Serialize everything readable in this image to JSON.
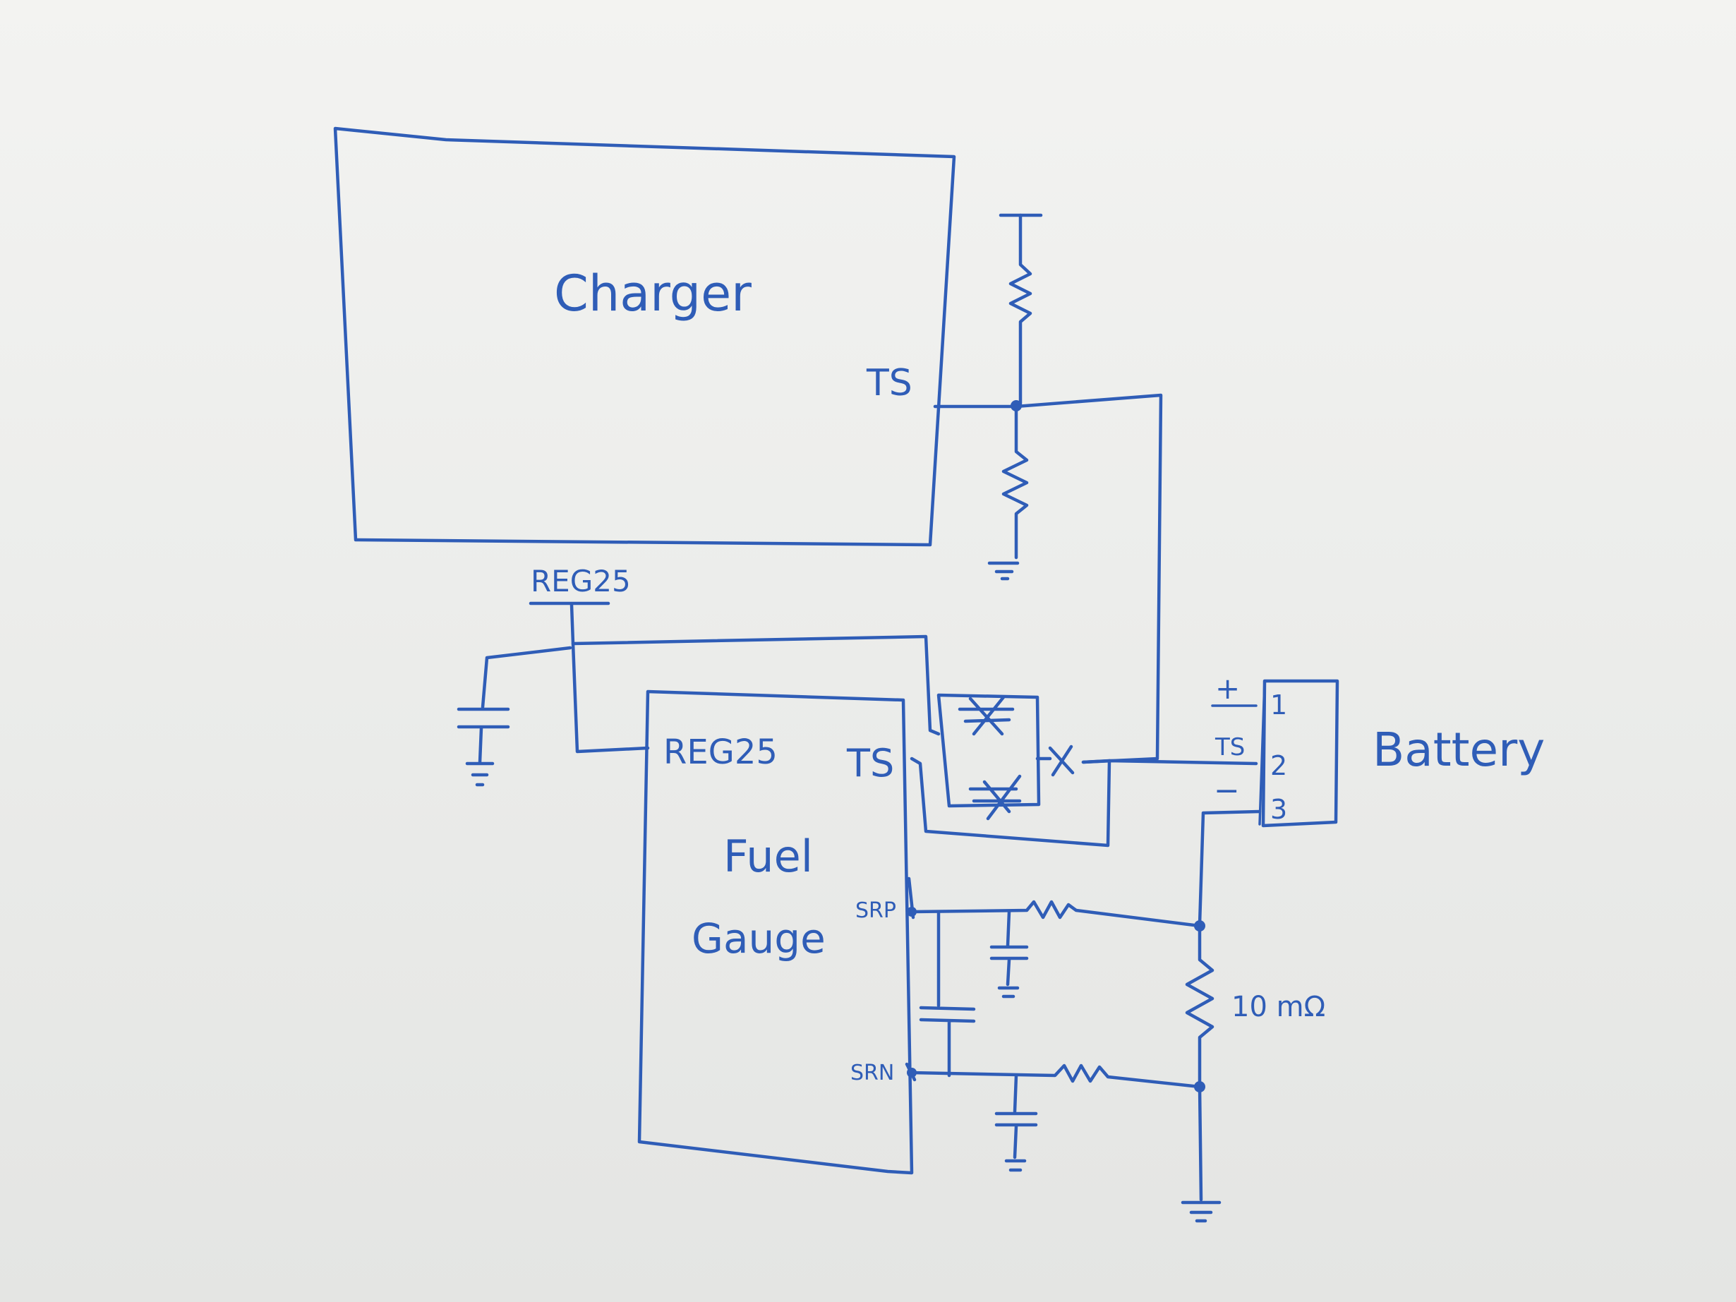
{
  "labels": {
    "charger": "Charger",
    "charger_ts": "TS",
    "reg25_supply": "REG25",
    "fuel_gauge_reg25": "REG25",
    "fuel_gauge_ts": "TS",
    "fuel_gauge_line1": "Fuel",
    "fuel_gauge_line2": "Gauge",
    "srp": "SRP",
    "srn": "SRN",
    "sense_resistor": "10 mΩ",
    "battery": "Battery",
    "battery_plus": "+",
    "battery_ts": "TS",
    "battery_minus": "−",
    "pin1": "1",
    "pin2": "2",
    "pin3": "3"
  },
  "colors": {
    "ink": "#2f5db7",
    "board": "#ecedeb"
  }
}
